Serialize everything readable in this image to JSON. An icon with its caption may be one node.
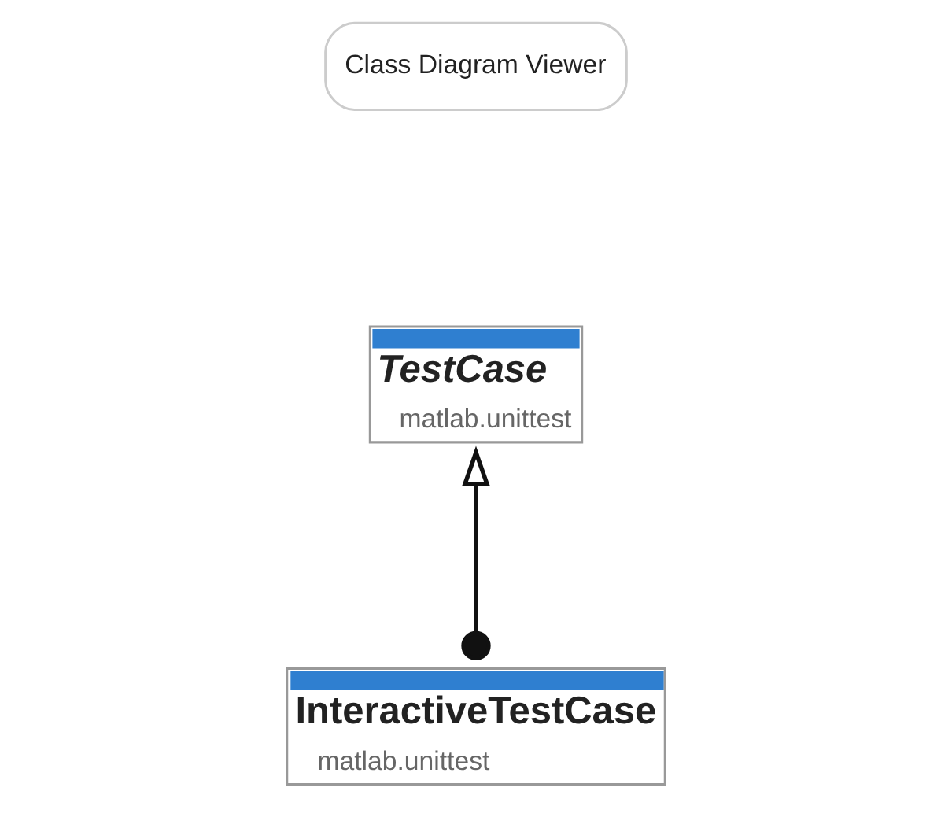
{
  "diagram": {
    "nodes": [
      {
        "text": [
          "TestCase",
          "matlab.unittest"
        ]
      },
      {
        "text": [
          "InteractiveTestCase",
          "matlab.unittest"
        ]
      }
    ],
    "edges": [
      {
        "from": 1,
        "to": 0,
        "arrow": "to"
      }
    ],
    "labels": [
      "Class Diagram Viewer"
    ]
  }
}
